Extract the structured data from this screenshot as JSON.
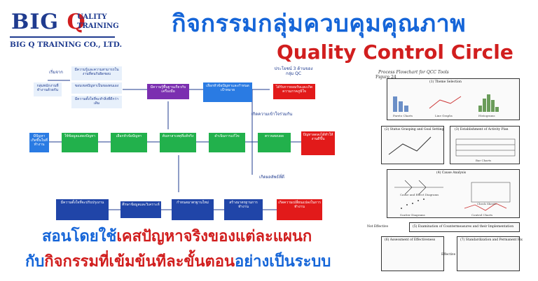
{
  "logo": {
    "big": "BIG",
    "q": "Q",
    "quality": "UALITY",
    "training": "TRAINING",
    "company": "BIG Q TRAINING CO., LTD."
  },
  "title_th": "กิจกรรมกลุ่มควบคุมคุณภาพ",
  "title_en": "Quality Control Circle",
  "flow": {
    "start_label": "เริ่มจาก",
    "start_box": "กลุ่มพนักงานที่ทำงานด้วยกัน",
    "top_col1": [
      "มีความรู้และความสามารถในงานที่ตนรับผิดชอบ",
      "ขอบเขตปัญหาเป็นของตนเอง",
      "มีความตั้งใจที่จะทำสิ่งที่ดีกว่าเดิม"
    ],
    "purple_box": "มีความรู้พื้นฐานเกี่ยวกับเครื่องมือ",
    "blue_top2": "เลือกหัวข้อปัญหาและกำหนดเป้าหมาย",
    "red_top": "ได้รับการยอมรับและเกิดความภาคภูมิใจ",
    "benefit": "ประโยชน์ 3 ด้านของกลุ่ม QC",
    "left_box": "มีปัญหาเกิดขึ้นในที่ทำงาน",
    "middle_boxes": [
      "ใช้ข้อมูลแสดงปัญหา",
      "เลือกหัวข้อปัญหา",
      "ค้นหาสาเหตุที่แท้จริง",
      "ดำเนินการแก้ไข",
      "ตรวจสอบผล"
    ],
    "red_mid": "ปัญหาลดลงได้ทำให้งานดีขึ้น",
    "bottom_boxes": [
      "มีความตั้งใจที่จะปรับปรุงงาน",
      "ศึกษาข้อมูลและวิเคราะห์",
      "กำหนดมาตรฐานใหม่",
      "สร้างมาตรฐานการทำงาน"
    ],
    "red_bottom": "เกิดความเปลี่ยนแปลงในการทำงาน",
    "label_a": "เกิดความเข้าใจร่วมกัน",
    "label_b": "เกิดผลลัพธ์ที่ดี"
  },
  "qcc": {
    "title": "Process Flowchart for QCC Tools",
    "figure": "Figure 24",
    "step1": "(1) Theme Selection",
    "step2": "(2) Status Grasping and Goal Setting",
    "step3": "(3) Establishment of Activity Plan",
    "step4": "(4) Cause Analysis",
    "step5": "(5) Examination of Countermeasures and their Implementation",
    "step6": "(6) Assessment of Effectiveness",
    "step7": "(7) Standardization and Permanent Fix",
    "not_effective": "Not Effective",
    "effective": "Effective",
    "charts": [
      "Pareto Charts",
      "Line Graphs",
      "Histograms",
      "Bar Charts",
      "Cause and Effect Diagrams",
      "Check Sheets",
      "Scatter Diagrams",
      "Control Charts"
    ]
  },
  "subtitle1": {
    "a": "สอนโดยใช้",
    "b": "เคสปัญหาจริงของแต่ละแผนก"
  },
  "subtitle2": {
    "a": "กับ",
    "b": "กิจกรรมที่เข้มข้นทีละขั้นตอน",
    "c": "อย่างเป็นระบบ"
  }
}
